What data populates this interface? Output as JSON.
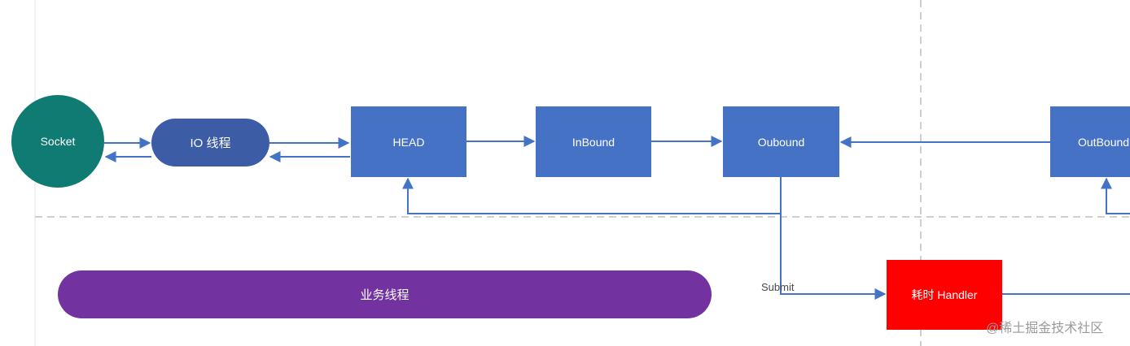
{
  "nodes": {
    "socket": "Socket",
    "io_thread": "IO 线程",
    "head": "HEAD",
    "inbound": "InBound",
    "oubound": "Oubound",
    "outbound_right": "OutBound",
    "business_thread": "业务线程",
    "slow_handler": "耗时 Handler"
  },
  "edge_labels": {
    "submit": "Submit"
  },
  "watermark": "@稀土掘金技术社区",
  "colors": {
    "socket": "#0f7b72",
    "io_thread": "#3c5ca6",
    "pipeline_box": "#4572c4",
    "business_thread": "#7232a0",
    "slow_handler": "#ff0000",
    "arrow": "#4472c4",
    "divider": "#cfcfcf"
  }
}
